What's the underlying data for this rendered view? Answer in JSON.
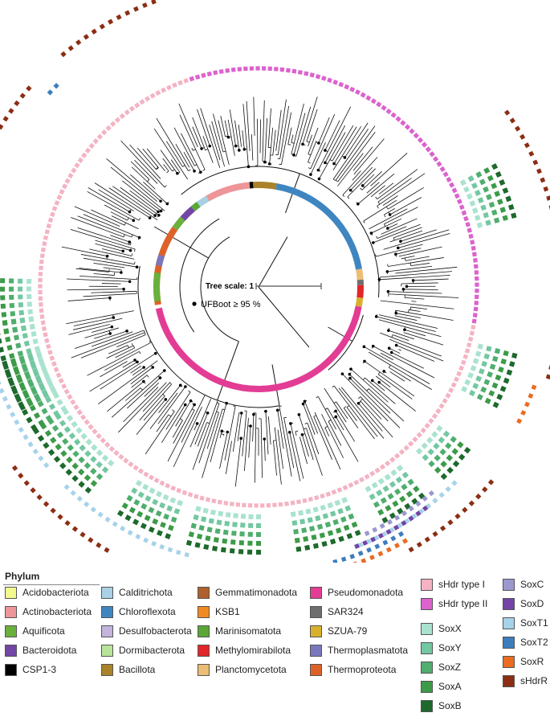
{
  "scale": {
    "label": "Tree scale: 1"
  },
  "support": {
    "label": "UFBoot ≥ 95 %"
  },
  "legend_title": "Phylum",
  "phyla": [
    {
      "name": "Acidobacteriota",
      "color": "#f2fa8e"
    },
    {
      "name": "Actinobacteriota",
      "color": "#ee9599"
    },
    {
      "name": "Aquificota",
      "color": "#6ab03c"
    },
    {
      "name": "Bacteroidota",
      "color": "#7246a4"
    },
    {
      "name": "CSP1-3",
      "color": "#000000"
    },
    {
      "name": "Calditrichota",
      "color": "#a9d0e4"
    },
    {
      "name": "Chloroflexota",
      "color": "#3f86c1"
    },
    {
      "name": "Desulfobacterota",
      "color": "#c4b3dc"
    },
    {
      "name": "Dormibacterota",
      "color": "#b7e39a"
    },
    {
      "name": "Bacillota",
      "color": "#a9822a"
    },
    {
      "name": "Gemmatimonadota",
      "color": "#b0602c"
    },
    {
      "name": "KSB1",
      "color": "#f18a22"
    },
    {
      "name": "Marinisomatota",
      "color": "#5aa637"
    },
    {
      "name": "Methylomirabilota",
      "color": "#e2262a"
    },
    {
      "name": "Planctomycetota",
      "color": "#ebbd75"
    },
    {
      "name": "Pseudomonadota",
      "color": "#e23c94"
    },
    {
      "name": "SAR324",
      "color": "#6e6e6e"
    },
    {
      "name": "SZUA-79",
      "color": "#d8b02c"
    },
    {
      "name": "Thermoplasmatota",
      "color": "#7b77bd"
    },
    {
      "name": "Thermoproteota",
      "color": "#de6227"
    }
  ],
  "genes": [
    {
      "name": "sHdr type I",
      "color": "#f4b3c3"
    },
    {
      "name": "sHdr type II",
      "color": "#dc62cd"
    },
    {
      "name": "SoxX",
      "color": "#a9e3cf"
    },
    {
      "name": "SoxY",
      "color": "#72c8a1"
    },
    {
      "name": "SoxZ",
      "color": "#4fae6e"
    },
    {
      "name": "SoxA",
      "color": "#3c9b48"
    },
    {
      "name": "SoxB",
      "color": "#1d6a2c"
    },
    {
      "name": "SoxC",
      "color": "#9b98d0"
    },
    {
      "name": "SoxD",
      "color": "#7343a6"
    },
    {
      "name": "SoxT1",
      "color": "#a6d2ea"
    },
    {
      "name": "SoxT2",
      "color": "#3c7dbd"
    },
    {
      "name": "SoxR",
      "color": "#eb6b22"
    },
    {
      "name": "sHdrR",
      "color": "#8b2e14"
    }
  ]
}
